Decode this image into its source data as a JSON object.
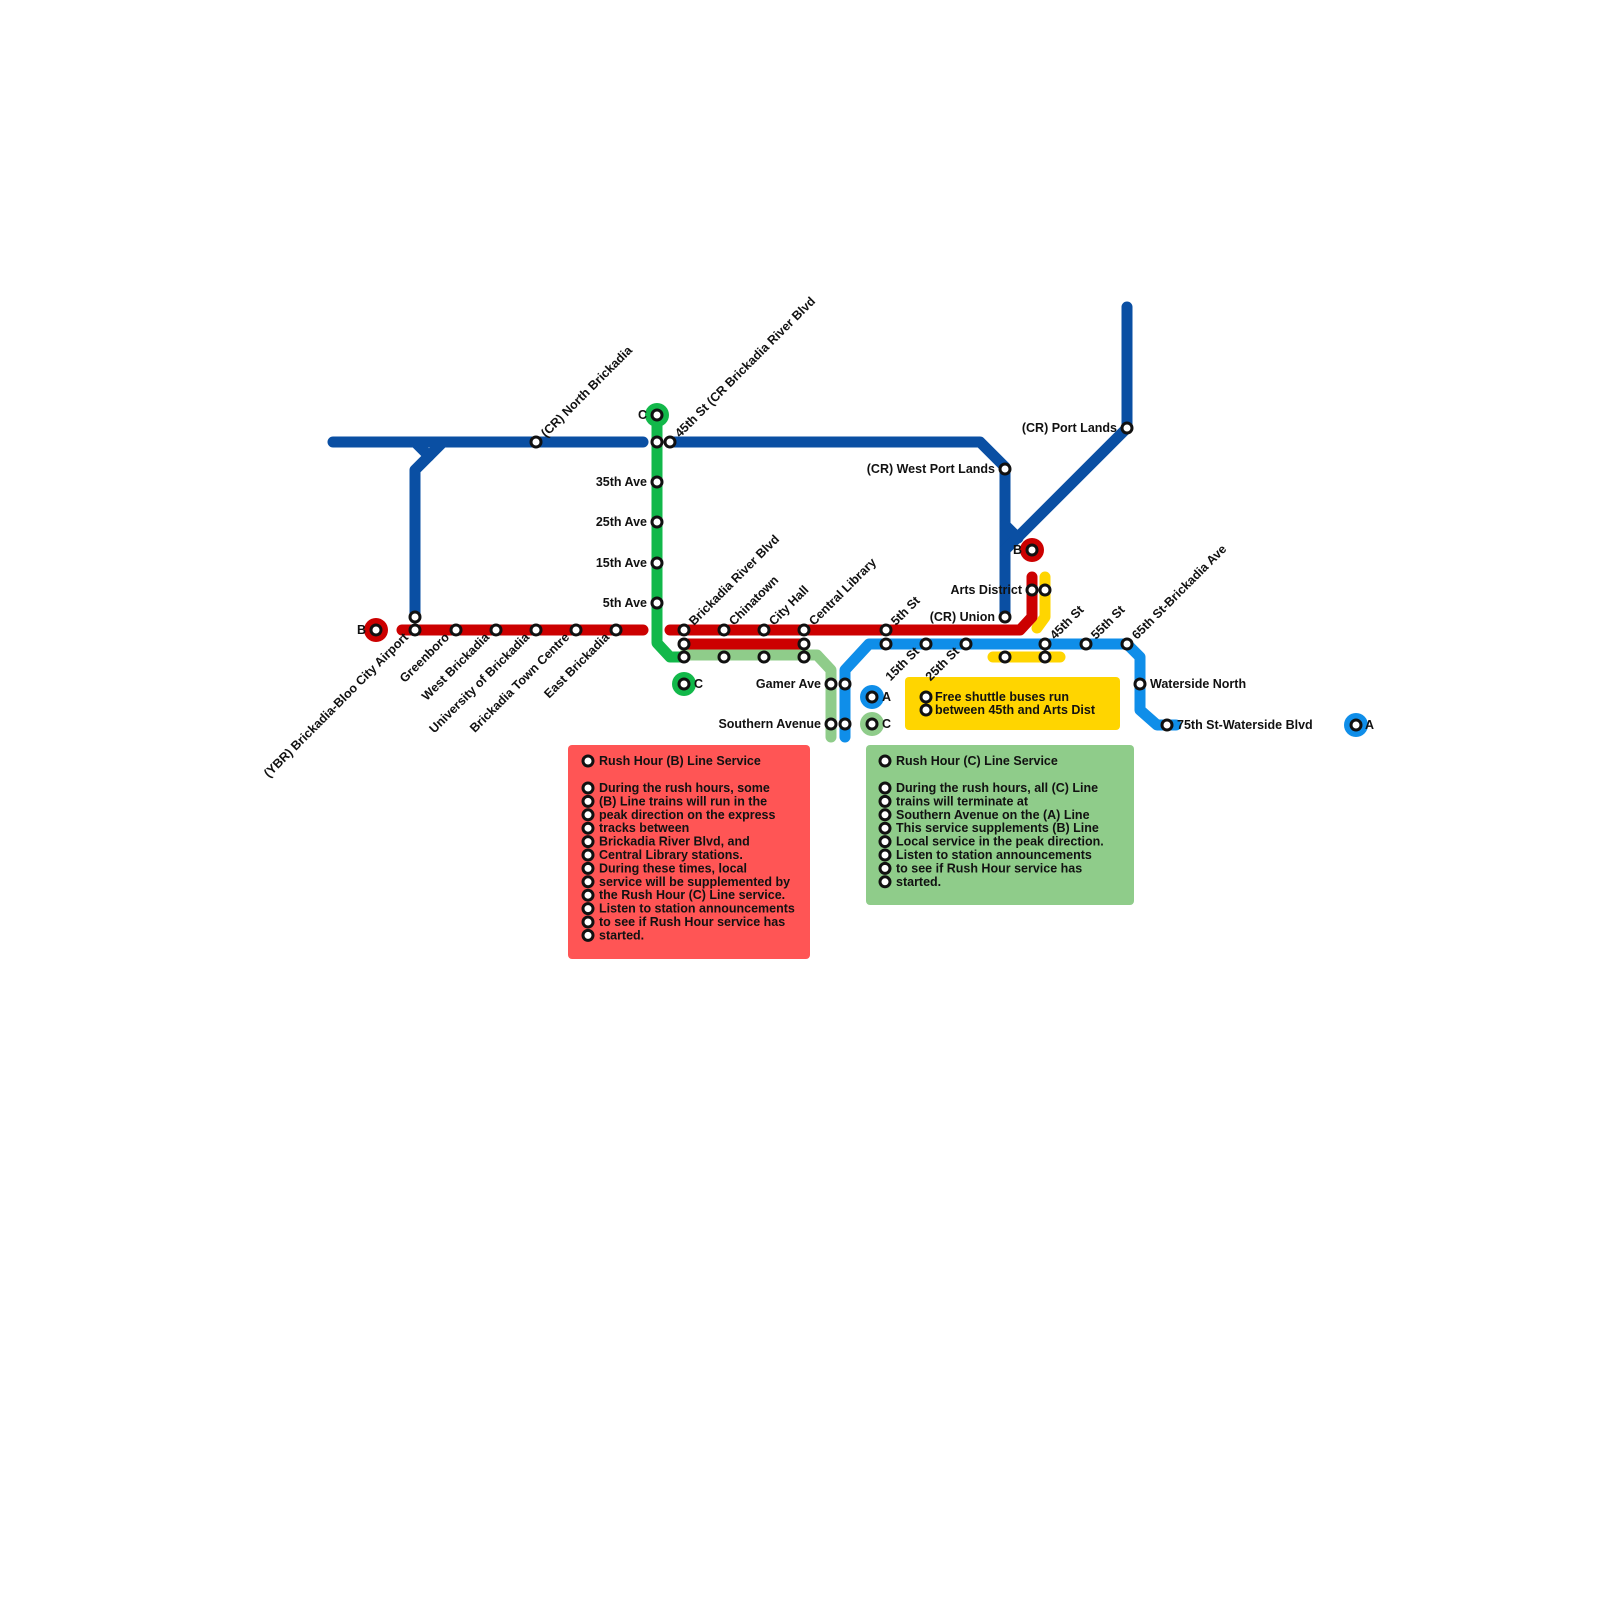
{
  "colors": {
    "a_line": "#0f8ee9",
    "b_line": "#cc0000",
    "c_line": "#8fcc8a",
    "cr_line": "#0a4fa3",
    "green_line": "#12b84a",
    "shuttle": "#ffd500",
    "notice_b": "#ff5555",
    "notice_c": "#8fcc8a"
  },
  "terminals": {
    "b_west": "B",
    "b_east": "B",
    "c_north": "C",
    "c_south": "C",
    "a_center": "A",
    "c_center": "C",
    "a_east": "A"
  },
  "stations": {
    "north_brickadia": "(CR) North Brickadia",
    "cr_brickadia_river": "45th St (CR Brickadia River Blvd",
    "ave35": "35th Ave",
    "ave25": "25th Ave",
    "ave15": "15th Ave",
    "ave5": "5th Ave",
    "brickadia_river_blvd": "Brickadia River Blvd",
    "chinatown": "Chinatown",
    "city_hall": "City Hall",
    "central_library": "Central Library",
    "st5": "5th St",
    "st15": "15th St",
    "st25": "25th St",
    "airport": "(YBR) Brickadia-Bloo City Airport",
    "greenboro": "Greenboro",
    "west_brickadia": "West Brickadia",
    "university": "University of Brickadia",
    "town_centre": "Brickadia Town Centre",
    "east_brickadia": "East Brickadia",
    "gamer_ave": "Gamer Ave",
    "southern_avenue": "Southern Avenue",
    "west_port_lands": "(CR) West Port Lands",
    "port_lands": "(CR) Port Lands",
    "arts_district": "Arts District",
    "union": "(CR) Union",
    "st45": "45th St",
    "st55": "55th St",
    "st65": "65th St-Brickadia Ave",
    "waterside_north": "Waterside North",
    "st75": "75th St-Waterside Blvd"
  },
  "notices": {
    "shuttle": [
      "Free shuttle buses run",
      "between 45th and Arts Dist"
    ],
    "b_title": "Rush Hour (B) Line Service",
    "b_lines": [
      "During the rush hours, some",
      "(B) Line trains will run in the",
      "peak direction on the express",
      "tracks between",
      "Brickadia River Blvd, and",
      "Central Library stations.",
      "During these times, local",
      "service will be supplemented by",
      "the Rush Hour (C) Line service.",
      "Listen to station announcements",
      "to see if Rush Hour service has",
      "started."
    ],
    "c_title": "Rush Hour (C) Line Service",
    "c_lines": [
      "During the rush hours, all (C) Line",
      "trains will terminate at",
      "Southern Avenue on the (A) Line",
      "This service supplements (B) Line",
      "Local service in the peak direction.",
      "Listen to station announcements",
      "to see if Rush Hour service has",
      "started."
    ]
  }
}
